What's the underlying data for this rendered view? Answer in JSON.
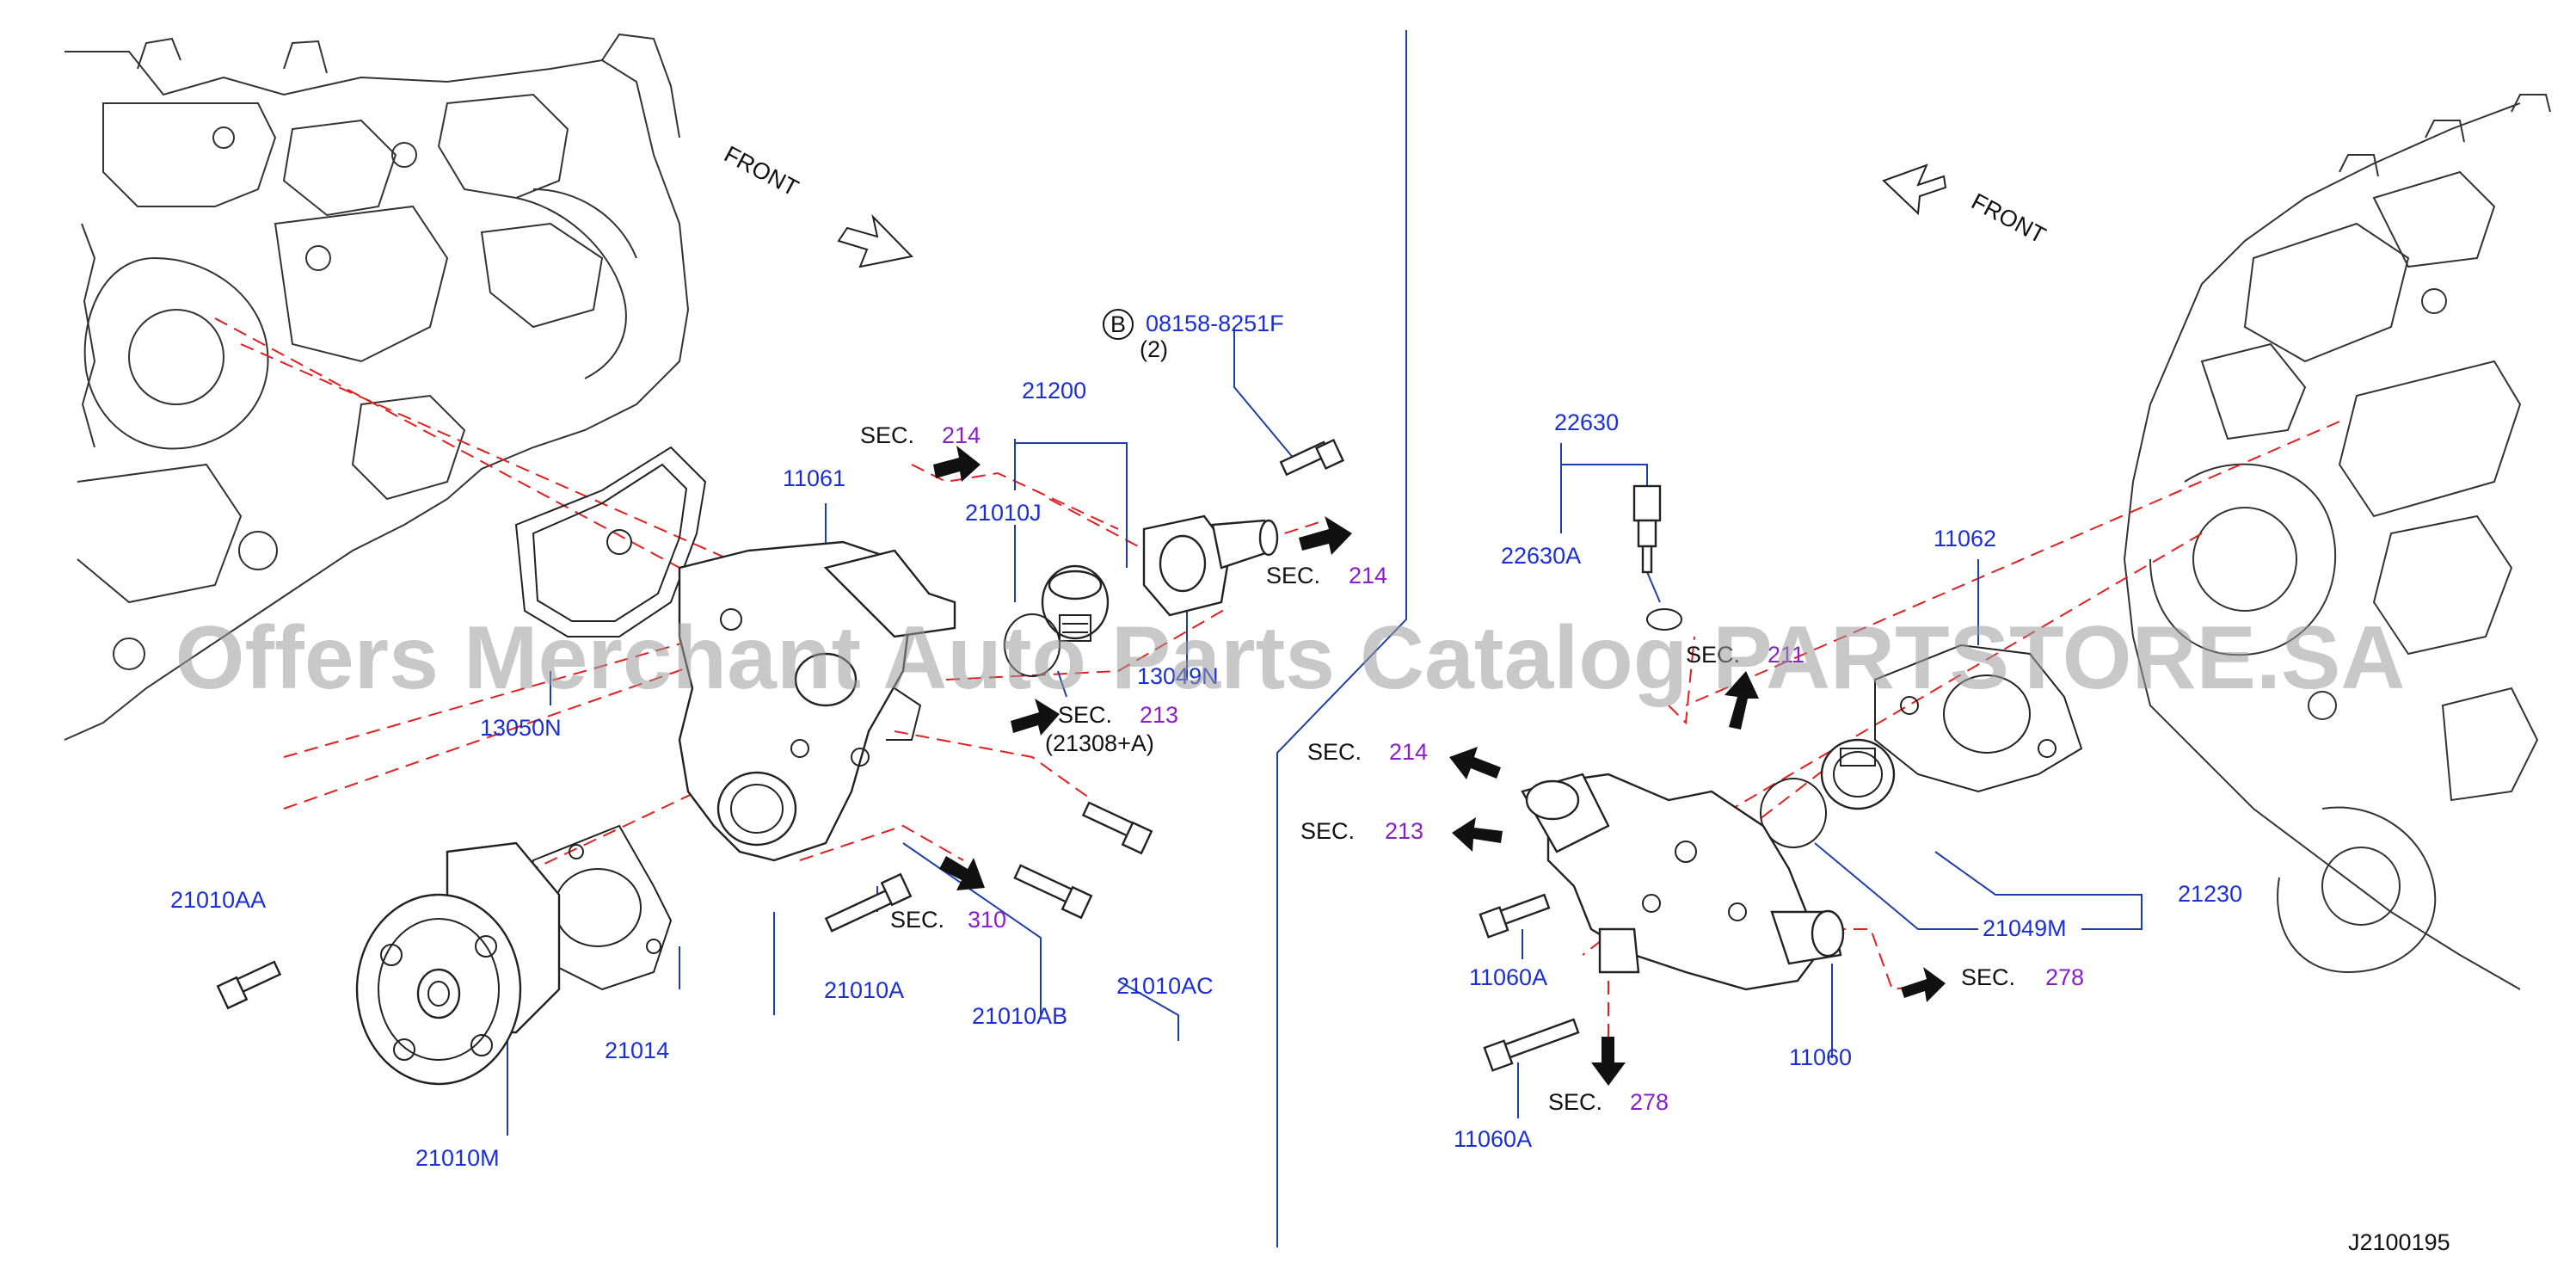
{
  "diagram": {
    "code": "J2100195",
    "watermark": "Offers Merchant Auto Parts Catalog PARTSTORE.SA",
    "front_labels": [
      "FRONT",
      "FRONT"
    ],
    "bolt_symbol": "B",
    "colors": {
      "part_number": "#1a2fd6",
      "section_number": "#8a1fc9",
      "leader": "#1f3fa8",
      "dashed": "#e0201e"
    },
    "part_labels": {
      "p08158": "08158-8251F",
      "p08158_qty": "(2)",
      "p21200": "21200",
      "p11061": "11061",
      "p21010J": "21010J",
      "p13049": "13049N",
      "p13050": "13050N",
      "p21308": "(21308+A)",
      "p21010AA": "21010AA",
      "p21014": "21014",
      "p21010M": "21010M",
      "p21010A": "21010A",
      "p21010AB": "21010AB",
      "p21010AC": "21010AC",
      "p22630": "22630",
      "p22630A": "22630A",
      "p11062": "11062",
      "p21230": "21230",
      "p21049M": "21049M",
      "p11060A_1": "11060A",
      "p11060A_2": "11060A",
      "p11060": "11060"
    },
    "section_refs": [
      {
        "prefix": "SEC.",
        "number": "214"
      },
      {
        "prefix": "SEC.",
        "number": "214"
      },
      {
        "prefix": "SEC.",
        "number": "213"
      },
      {
        "prefix": "SEC.",
        "number": "310"
      },
      {
        "prefix": "SEC.",
        "number": "211"
      },
      {
        "prefix": "SEC.",
        "number": "214"
      },
      {
        "prefix": "SEC.",
        "number": "213"
      },
      {
        "prefix": "SEC.",
        "number": "278"
      },
      {
        "prefix": "SEC.",
        "number": "278"
      }
    ]
  }
}
